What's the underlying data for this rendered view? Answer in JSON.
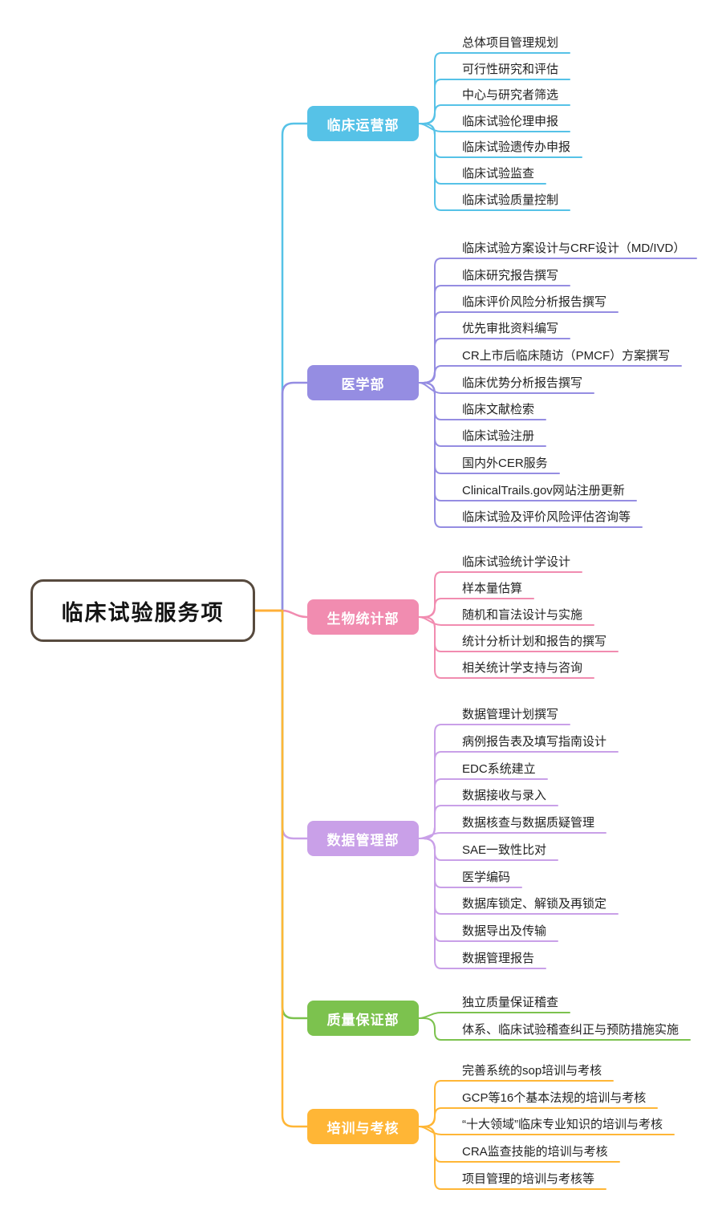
{
  "root": {
    "label": "临床试验服务项",
    "border_color": "#574a3e",
    "connector_color": "#ffaf38"
  },
  "branches": [
    {
      "label": "临床运营部",
      "color": "#56c2e7",
      "children": [
        "总体项目管理规划",
        "可行性研究和评估",
        "中心与研究者筛选",
        "临床试验伦理申报",
        "临床试验遗传办申报",
        "临床试验监查",
        "临床试验质量控制"
      ]
    },
    {
      "label": "医学部",
      "color": "#958de2",
      "children": [
        "临床试验方案设计与CRF设计（MD/IVD）",
        "临床研究报告撰写",
        "临床评价风险分析报告撰写",
        "优先审批资料编写",
        "CR上市后临床随访（PMCF）方案撰写",
        "临床优势分析报告撰写",
        "临床文献检索",
        "临床试验注册",
        "国内外CER服务",
        "ClinicalTrails.gov网站注册更新",
        "临床试验及评价风险评估咨询等"
      ]
    },
    {
      "label": "生物统计部",
      "color": "#f18cb0",
      "children": [
        "临床试验统计学设计",
        "样本量估算",
        "随机和盲法设计与实施",
        "统计分析计划和报告的撰写",
        "相关统计学支持与咨询"
      ]
    },
    {
      "label": "数据管理部",
      "color": "#c9a0e8",
      "children": [
        "数据管理计划撰写",
        "病例报告表及填写指南设计",
        "EDC系统建立",
        "数据接收与录入",
        "数据核查与数据质疑管理",
        "SAE一致性比对",
        "医学编码",
        "数据库锁定、解锁及再锁定",
        "数据导出及传输",
        "数据管理报告"
      ]
    },
    {
      "label": "质量保证部",
      "color": "#7cc24e",
      "children": [
        "独立质量保证稽查",
        "体系、临床试验稽查纠正与预防措施实施"
      ]
    },
    {
      "label": "培训与考核",
      "color": "#ffb636",
      "children": [
        "完善系统的sop培训与考核",
        "GCP等16个基本法规的培训与考核",
        "“十大领域”临床专业知识的培训与考核",
        "CRA监查技能的培训与考核",
        "项目管理的培训与考核等"
      ]
    }
  ]
}
